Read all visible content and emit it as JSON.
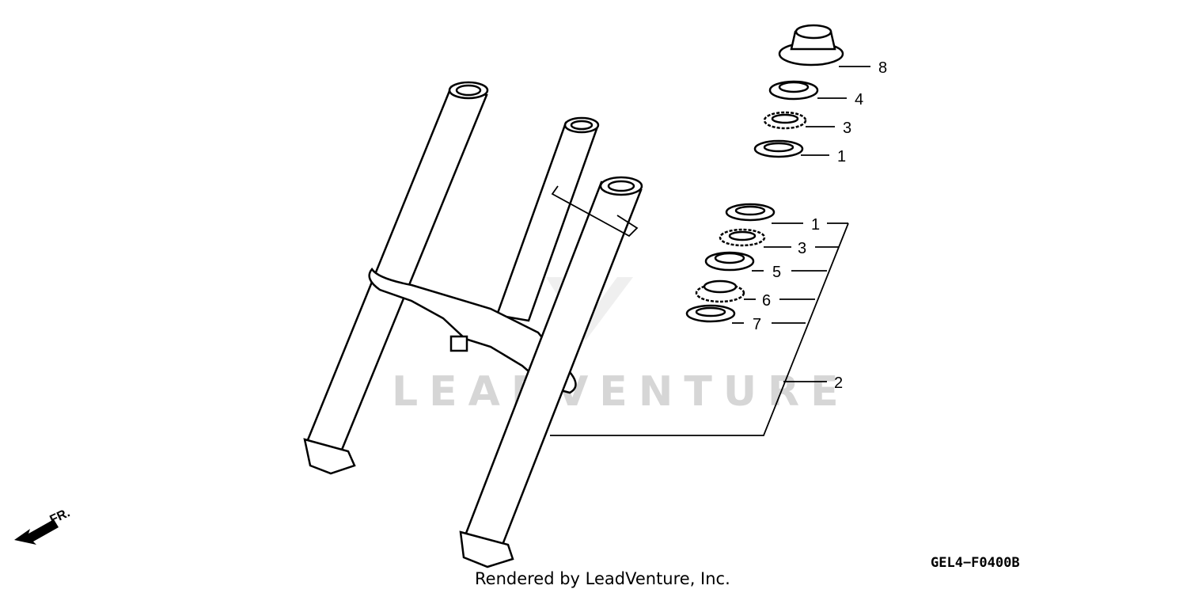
{
  "watermark": "LEADVENTURE",
  "diagram_code": "GEL4−F0400B",
  "credit": "Rendered by LeadVenture, Inc.",
  "direction_label": "FR.",
  "callouts": {
    "upper_8": "8",
    "upper_4": "4",
    "upper_3": "3",
    "upper_1": "1",
    "lower_1": "1",
    "lower_3": "3",
    "lower_5": "5",
    "lower_6": "6",
    "lower_7": "7",
    "stem_2": "2"
  }
}
